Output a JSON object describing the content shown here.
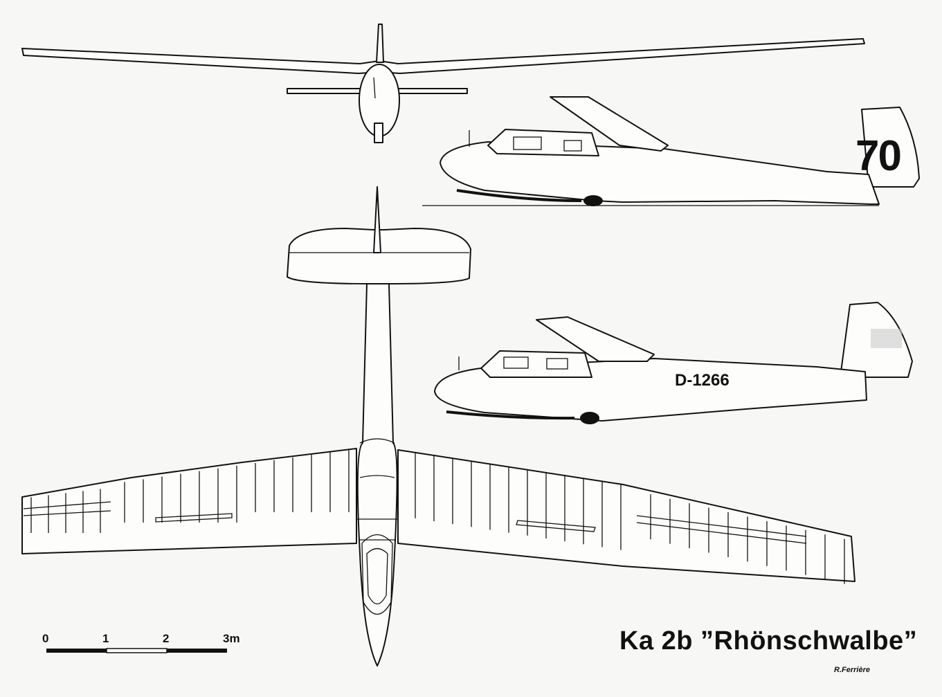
{
  "title": "Ka 2b ”Rhönschwalbe”",
  "signature": "R.Ferrière",
  "scale_bar": {
    "ticks": [
      "0",
      "1",
      "2",
      "3m"
    ]
  },
  "side_view_upper": {
    "marking": "70"
  },
  "side_view_lower": {
    "registration": "D-1266"
  },
  "colors": {
    "ink": "#111111",
    "paper": "#f7f7f5"
  }
}
